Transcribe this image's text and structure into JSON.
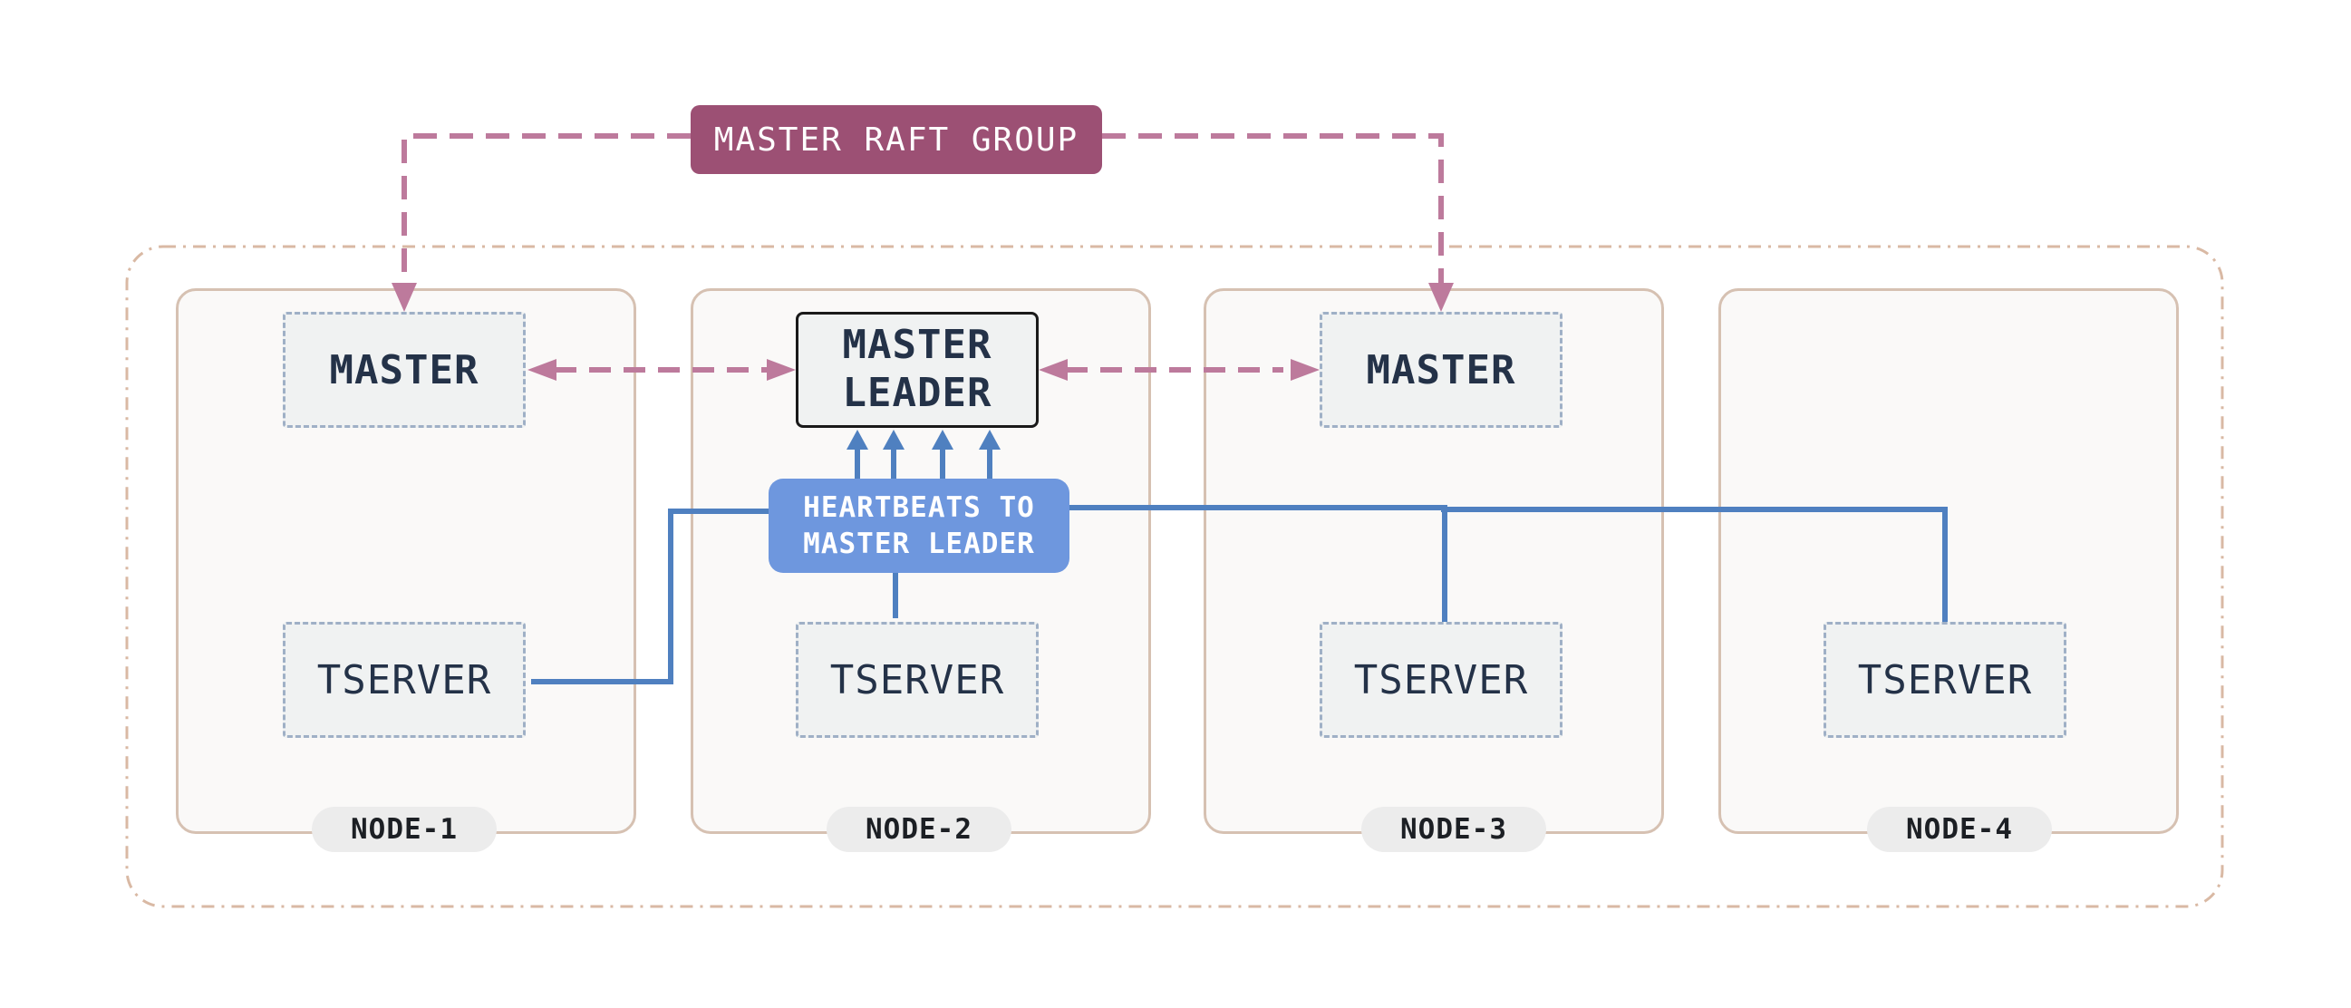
{
  "diagram": {
    "raft_group_label": "MASTER RAFT GROUP",
    "heartbeats_label": "HEARTBEATS TO\nMASTER LEADER",
    "master_leader_label": "MASTER\nLEADER",
    "nodes": [
      {
        "label": "NODE-1",
        "master_label": "MASTER",
        "tserver_label": "TSERVER"
      },
      {
        "label": "NODE-2",
        "tserver_label": "TSERVER"
      },
      {
        "label": "NODE-3",
        "master_label": "MASTER",
        "tserver_label": "TSERVER"
      },
      {
        "label": "NODE-4",
        "tserver_label": "TSERVER"
      }
    ],
    "colors": {
      "raft": "#9c5074",
      "raft_line": "#bd7a9c",
      "heartbeat": "#6e97de",
      "heartbeat_line": "#4f80c0",
      "node_border": "#d6c1b2"
    }
  }
}
